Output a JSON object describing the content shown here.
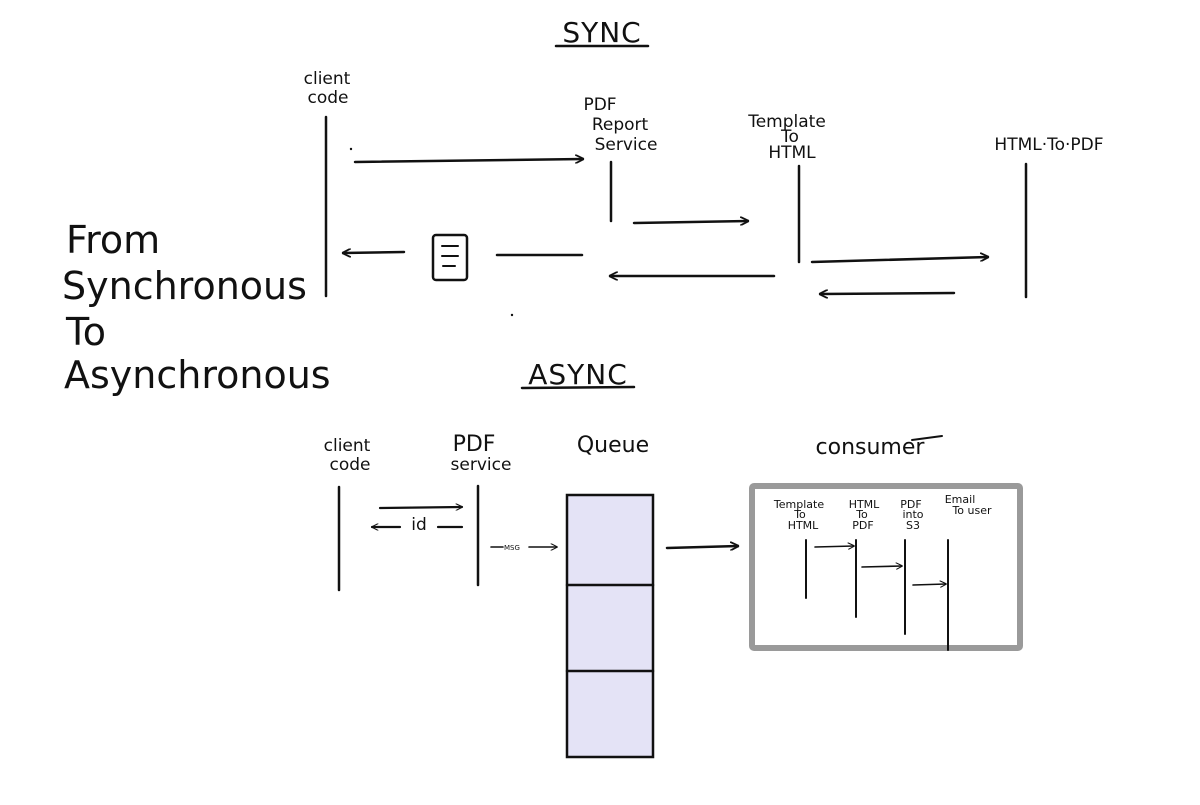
{
  "sync": {
    "title": "SYNC",
    "client_code": [
      "client",
      "code"
    ],
    "pdf_report_service": [
      "PDF",
      "Report",
      "Service"
    ],
    "template_to_html": [
      "Template",
      "To",
      "HTML"
    ],
    "html_to_pdf": "HTML·To·PDF"
  },
  "side_title": [
    "From",
    "Synchronous",
    "To",
    "Asynchronous"
  ],
  "async": {
    "title": "ASYNC",
    "client_code": [
      "client",
      "code"
    ],
    "pdf_service": [
      "PDF",
      "service"
    ],
    "id_label": "id",
    "msg_label": "MSG",
    "queue": "Queue",
    "consumer": "consumer",
    "consumer_steps": {
      "template_to_html": [
        "Template",
        "To",
        "HTML"
      ],
      "html_to_pdf": [
        "HTML",
        "To",
        "PDF"
      ],
      "pdf_into_s3": [
        "PDF",
        "into",
        "S3"
      ],
      "email_to_user": [
        "Email",
        "To user"
      ]
    }
  },
  "colors": {
    "ink": "#111111",
    "queue_fill": "#e4e3f6",
    "consumer_border": "#9a9a9a"
  },
  "icons": [
    "document-icon",
    "arrow-icon"
  ]
}
